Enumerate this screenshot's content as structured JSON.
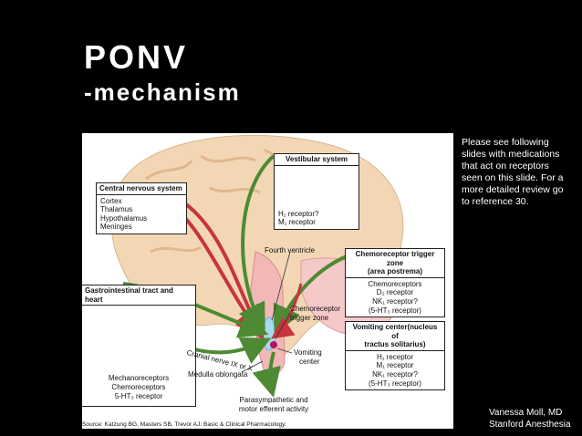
{
  "slide": {
    "title": "PONV",
    "subtitle": "-mechanism",
    "note": "Please see following slides with medications that act on receptors seen on this slide. For a more detailed review go to reference 30.",
    "credit_name": "Vanessa Moll, MD",
    "credit_org": "Stanford Anesthesia"
  },
  "figure": {
    "cns": {
      "title": "Central nervous system",
      "items": [
        "Cortex",
        "Thalamus",
        "Hypothalamus",
        "Meninges"
      ]
    },
    "vestibular": {
      "title": "Vestibular system",
      "items": [
        "H₁ receptor?",
        "M₁ receptor"
      ]
    },
    "ctz": {
      "title": "Chemoreceptor trigger zone",
      "subtitle": "(area postrema)",
      "items": [
        "Chemoreceptors",
        "D₂ receptor",
        "NK₁ receptor?",
        "(5-HT₃ receptor)"
      ]
    },
    "gi": {
      "title": "Gastrointestinal tract and heart"
    },
    "vomiting": {
      "title": "Vomiting center(nucleus of",
      "title2": "tractus solitarius)",
      "items": [
        "H₁ receptor",
        "M₁ receptor",
        "NK₁ receptor?",
        "(5-HT₃ receptor)"
      ]
    },
    "labels": {
      "fourth_ventricle": "Fourth ventricle",
      "ctz_short_1": "Chemoreceptor",
      "ctz_short_2": "trigger zone",
      "vomiting_center_1": "Vomiting",
      "vomiting_center_2": "center",
      "cranial_nerve": "Cranial nerve IX or X",
      "medulla": "Medulla oblongata",
      "mechanoreceptors": "Mechanoreceptors",
      "chemoreceptors": "Chemoreceptors",
      "five_ht3": "5-HT₃ receptor",
      "efferent_1": "Parasympathetic and",
      "efferent_2": "motor efferent activity"
    },
    "source": "Source: Katzung BG, Masters SB, Trevor AJ: Basic & Clinical Pharmacology.",
    "colors": {
      "brain": "#f3d7b5",
      "pathway_red": "#c8333d",
      "pathway_green": "#4d8a33",
      "ventricle": "#a8d8ef"
    }
  }
}
